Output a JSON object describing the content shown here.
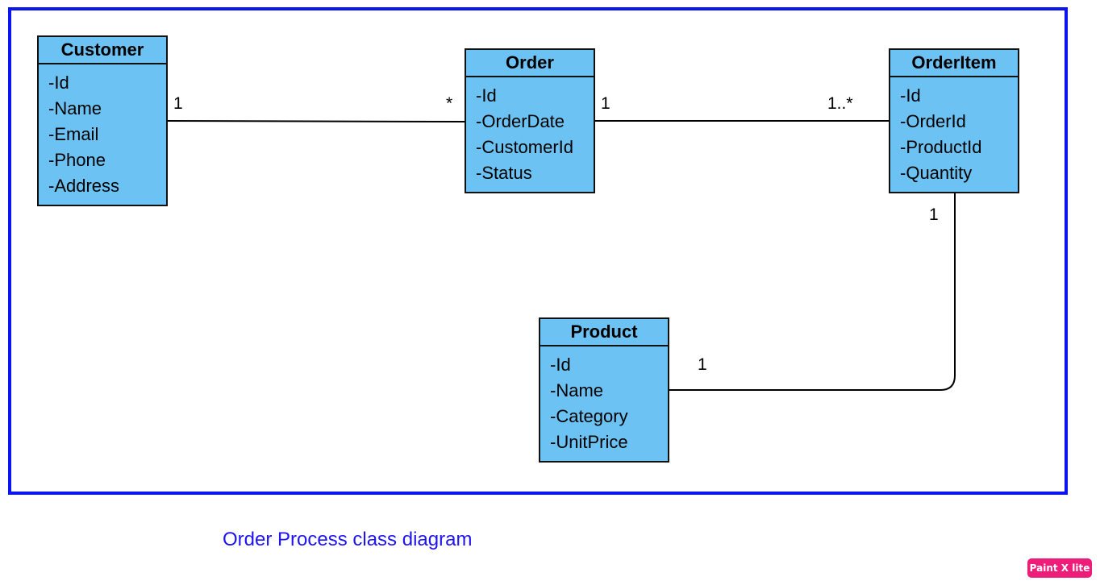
{
  "caption": "Order Process class diagram",
  "watermark": "Paint X lite",
  "colors": {
    "frame_border": "#0a14f0",
    "class_fill": "#6cc2f3",
    "class_border": "#111111",
    "caption_text": "#1e14f0",
    "watermark_fill": "#ee1d7a"
  },
  "classes": {
    "customer": {
      "name": "Customer",
      "attributes": [
        "-Id",
        "-Name",
        "-Email",
        "-Phone",
        "-Address"
      ]
    },
    "order": {
      "name": "Order",
      "attributes": [
        "-Id",
        "-OrderDate",
        "-CustomerId",
        "-Status"
      ]
    },
    "orderitem": {
      "name": "OrderItem",
      "attributes": [
        "-Id",
        "-OrderId",
        "-ProductId",
        "-Quantity"
      ]
    },
    "product": {
      "name": "Product",
      "attributes": [
        "-Id",
        "-Name",
        "-Category",
        "-UnitPrice"
      ]
    }
  },
  "associations": [
    {
      "from": "Customer",
      "to": "Order",
      "from_multiplicity": "1",
      "to_multiplicity": "*"
    },
    {
      "from": "Order",
      "to": "OrderItem",
      "from_multiplicity": "1",
      "to_multiplicity": "1..*"
    },
    {
      "from": "OrderItem",
      "to": "Product",
      "from_multiplicity": "1",
      "to_multiplicity": "1"
    }
  ]
}
